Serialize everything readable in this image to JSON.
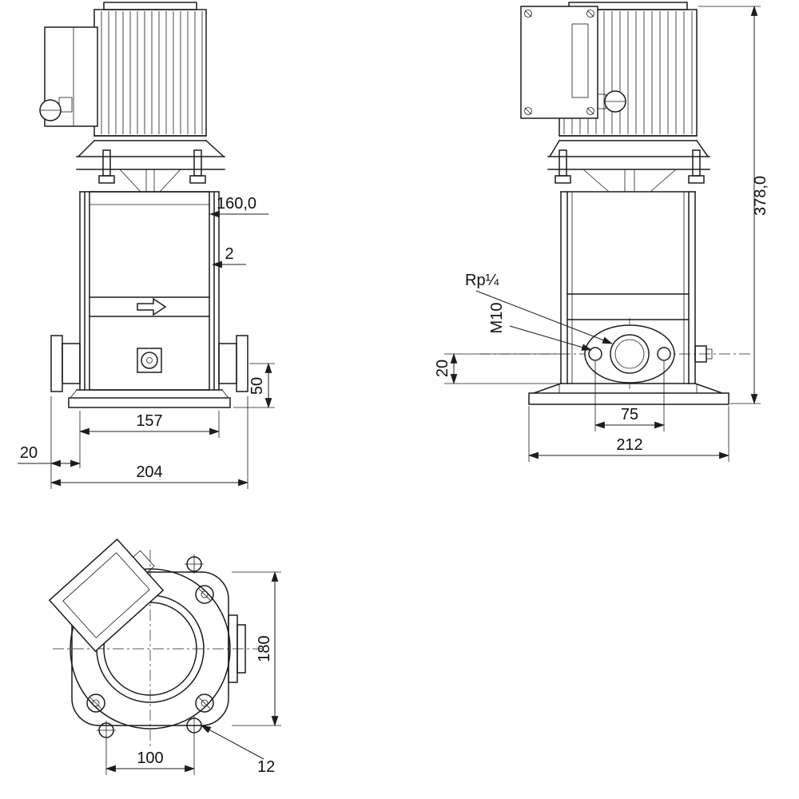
{
  "drawing": {
    "colors": {
      "background": "#ffffff",
      "line": "#1c1c1c"
    },
    "views": {
      "front": {
        "dimensions": {
          "stage_diameter": "160,0",
          "wall_thickness": "2",
          "port_height": "50",
          "body_width": "157",
          "port_offset": "20",
          "overall_width": "204"
        }
      },
      "side": {
        "dimensions": {
          "overall_height": "378,0",
          "gauge_port_thread": "Rp¼",
          "flange_bolt_thread": "M10",
          "base_offset": "20",
          "bolt_spacing": "75",
          "base_width": "212"
        }
      },
      "top": {
        "dimensions": {
          "flange_size": "180",
          "hole_spacing": "100",
          "hole_diameter": "12"
        }
      }
    }
  }
}
